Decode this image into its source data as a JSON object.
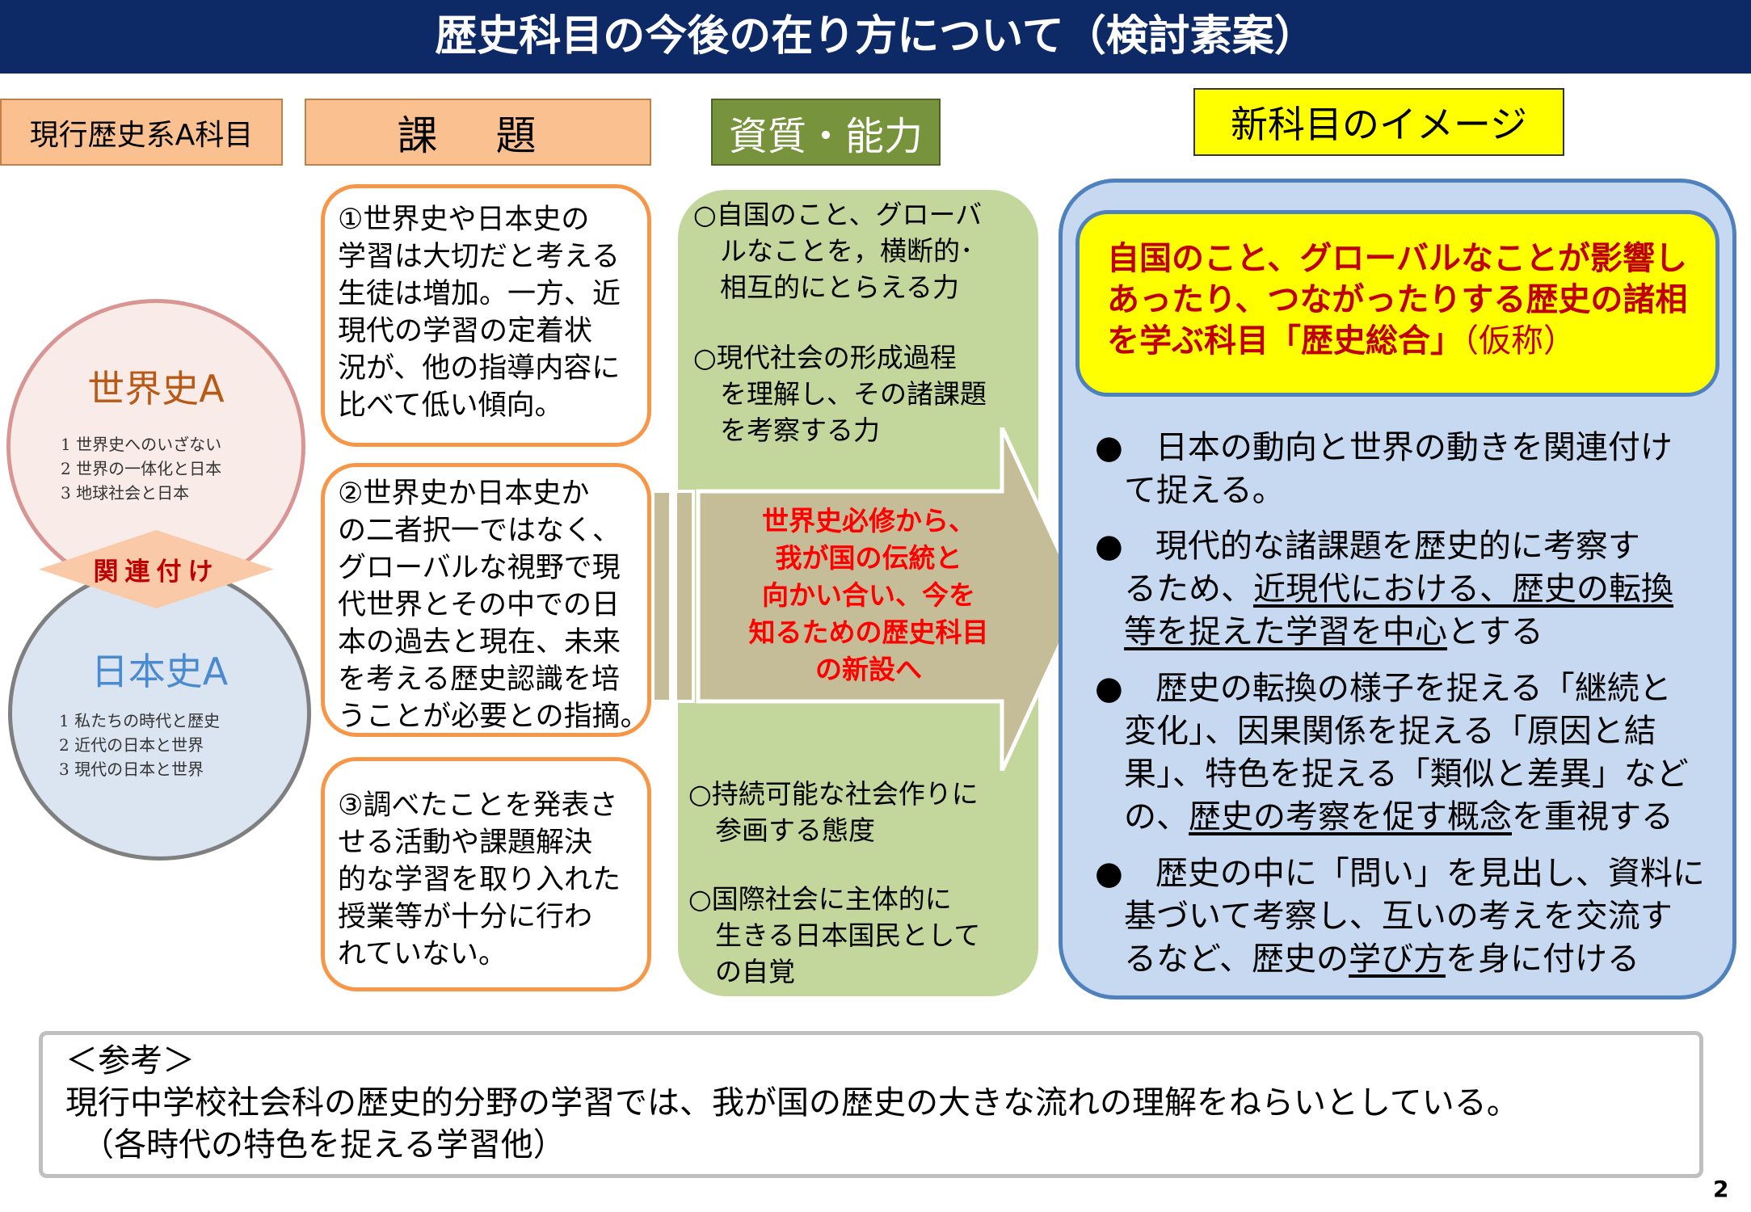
{
  "title": "歴史科目の今後の在り方について（検討素案）",
  "headers": {
    "current": "現行歴史系A科目",
    "issues": "課 題",
    "competencies": "資質・能力",
    "new_subject": "新科目のイメージ"
  },
  "world_history": {
    "title": "世界史A",
    "items": [
      "1 世界史へのいざない",
      "2 世界の一体化と日本",
      "3 地球社会と日本"
    ]
  },
  "japan_history": {
    "title": "日本史A",
    "items": [
      "1 私たちの時代と歴史",
      "2 近代の日本と世界",
      "3 現代の日本と世界"
    ]
  },
  "link_label": "関連付け",
  "issues": [
    [
      "①世界史や日本史の",
      "学習は大切だと考える",
      "生徒は増加。一方、近",
      "現代の学習の定着状",
      "況が、他の指導内容に",
      "比べて低い傾向。"
    ],
    [
      "②世界史か日本史か",
      "の二者択一ではなく、",
      "グローバルな視野で現",
      "代世界とその中での日",
      "本の過去と現在、未来",
      "を考える歴史認識を培",
      "うことが必要との指摘。"
    ],
    [
      "③調べたことを発表さ",
      "せる活動や課題解決",
      "的な学習を取り入れた",
      "授業等が十分に行わ",
      "れていない。"
    ]
  ],
  "competencies": [
    [
      "○自国のこと、グローバ",
      "　ルなことを，横断的･",
      "　相互的にとらえる力"
    ],
    [
      "○現代社会の形成過程",
      "　を理解し、その諸課題",
      "　を考察する力"
    ],
    [
      "○持続可能な社会作りに",
      "　参画する態度"
    ],
    [
      "○国際社会に主体的に",
      "　生きる日本国民として",
      "　の自覚"
    ]
  ],
  "arrow_text": [
    "世界史必修から、",
    "我が国の伝統と",
    "向かい合い、今を",
    "知るための歴史科目",
    "の新設へ"
  ],
  "new_subject_summary": [
    "自国のこと、グローバルなことが影響し",
    "あったり、つながったりする歴史の諸相",
    "を学ぶ科目「歴史総合」",
    "（仮称）"
  ],
  "bullets": [
    [
      [
        {
          "t": "●　日本の動向と世界の動きを関連付け"
        }
      ],
      [
        {
          "t": "て捉える。"
        }
      ]
    ],
    [
      [
        {
          "t": "●　現代的な諸課題を歴史的に考察す"
        }
      ],
      [
        {
          "t": "るため、"
        },
        {
          "t": "近現代における、歴史の転換",
          "u": true
        }
      ],
      [
        {
          "t": "等を捉えた学習を中心",
          "u": true
        },
        {
          "t": "とする"
        }
      ]
    ],
    [
      [
        {
          "t": "●　歴史の転換の様子を捉える「継続と"
        }
      ],
      [
        {
          "t": "変化」、因果関係を捉える「原因と結"
        }
      ],
      [
        {
          "t": "果」、特色を捉える「類似と差異」など"
        }
      ],
      [
        {
          "t": "の、"
        },
        {
          "t": "歴史の考察を促す概念",
          "u": true
        },
        {
          "t": "を重視する"
        }
      ]
    ],
    [
      [
        {
          "t": "●　歴史の中に「問い」を見出し、資料に"
        }
      ],
      [
        {
          "t": "基づいて考察し、互いの考えを交流す"
        }
      ],
      [
        {
          "t": "るなど、歴史の"
        },
        {
          "t": "学び方",
          "u": true
        },
        {
          "t": "を身に付ける"
        }
      ]
    ]
  ],
  "reference": {
    "heading": "＜参考＞",
    "lines": [
      "現行中学校社会科の歴史的分野の学習では、我が国の歴史の大きな流れの理解をねらいとしている。",
      "（各時代の特色を捉える学習他）"
    ]
  },
  "page_number": "2",
  "colors": {
    "title_bar": "#0e2a66",
    "issue_header": "#fac090",
    "competency_header": "#77933c",
    "new_subject_header": "#ffff00",
    "issue_border": "#f79646",
    "competency_bg": "#c3d69b",
    "arrow": "#c4bd97",
    "new_subject_bg": "#c6d9f1",
    "emphasis_red": "#ff0000"
  }
}
